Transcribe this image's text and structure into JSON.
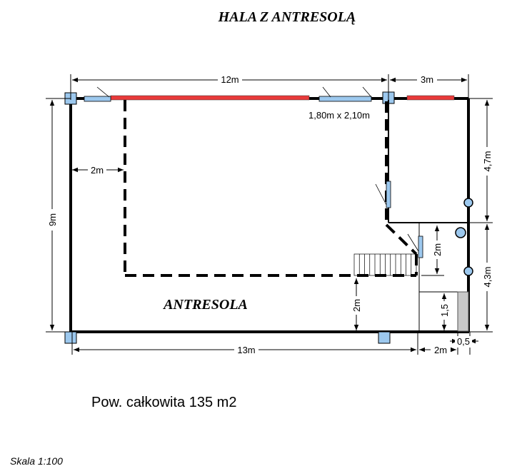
{
  "title": "HALA Z ANTRESOLĄ",
  "mezzanine_label": "ANTRESOLA",
  "total_area": "Pow. całkowita 135 m2",
  "scale": "Skala 1:100",
  "dimensions": {
    "top_width": "12m",
    "top_right_width": "3m",
    "window_size": "1,80m x 2,10m",
    "left_height": "9m",
    "right_upper_height": "4,7m",
    "right_lower_height": "4,3m",
    "mezz_offset_left": "2m",
    "stairs_height": "2m",
    "mezz_offset_bottom": "2m",
    "door_height": "1,5",
    "bottom_width": "13m",
    "bottom_right_width": "2m",
    "bottom_right_gap": "0,5"
  },
  "colors": {
    "wall": "#000000",
    "window_red": "#e83a3a",
    "window_blue": "#9cc8ee",
    "column": "#9cc8ee",
    "door_grey": "#c8c8c8"
  }
}
